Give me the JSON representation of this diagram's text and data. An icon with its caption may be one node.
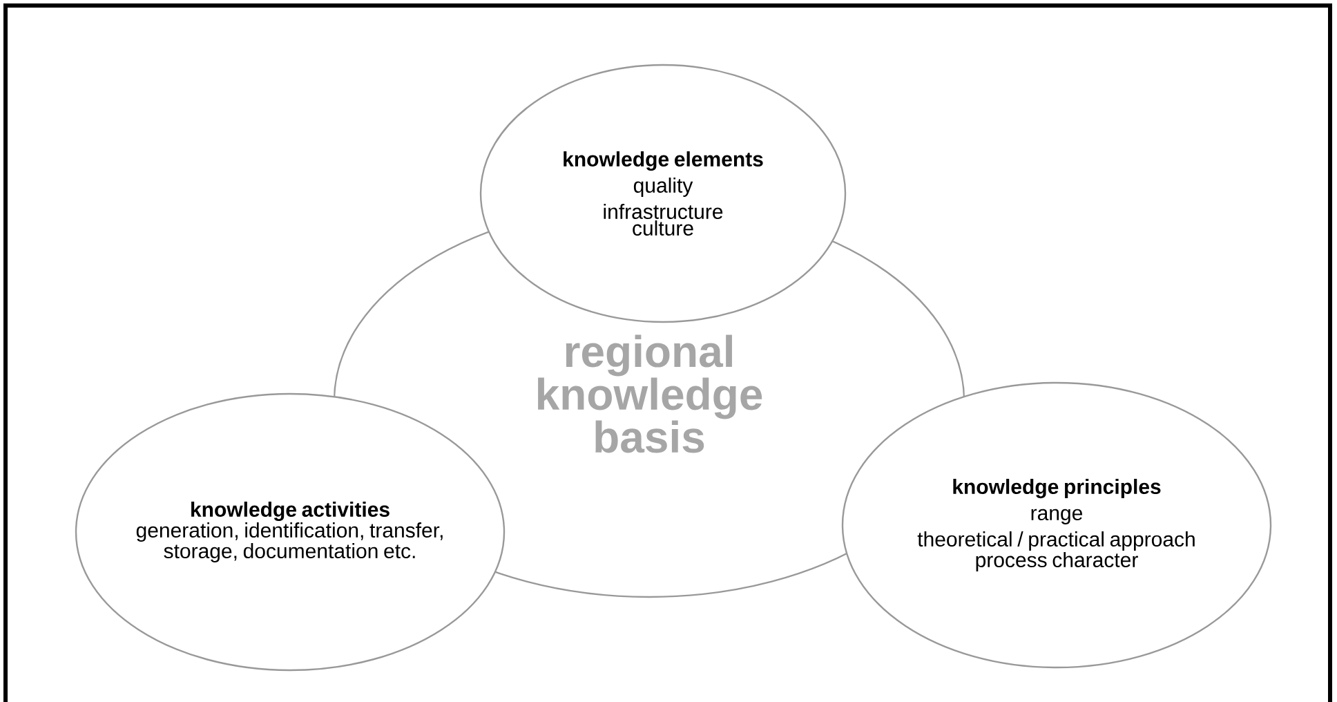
{
  "diagram": {
    "nodes": [
      {
        "text": [
          "regional knowledge basis"
        ]
      },
      {
        "text": [
          "knowledge elements",
          "quality",
          "infrastructure",
          "culture"
        ]
      },
      {
        "text": [
          "knowledge activities",
          "generation, identification, transfer, storage, documentation etc."
        ]
      },
      {
        "text": [
          "knowledge principles",
          "range",
          "theoretical / practical approach",
          "process character"
        ]
      }
    ]
  }
}
